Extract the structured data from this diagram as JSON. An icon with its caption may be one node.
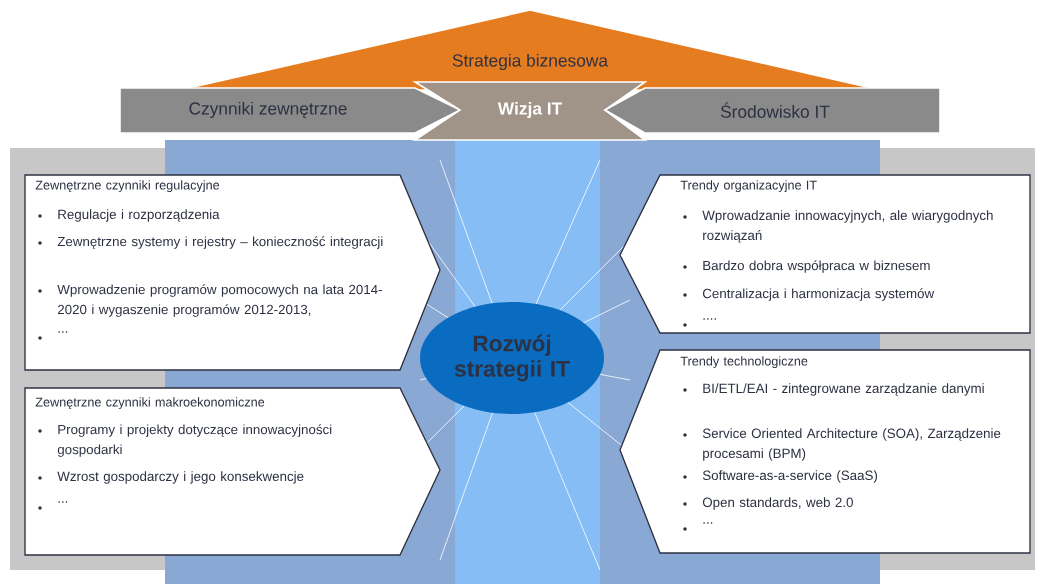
{
  "diagram": {
    "nodes": [
      {
        "text": [
          "Strategia biznesowa"
        ]
      },
      {
        "text": [
          "Czynniki zewnętrzne"
        ]
      },
      {
        "text": [
          "Wizja IT"
        ]
      },
      {
        "text": [
          "Środowisko IT"
        ]
      },
      {
        "text": [
          "Zewnętrzne czynniki regulacyjne",
          "Regulacje i rozporządzenia",
          "Zewnętrzne systemy i rejestry – konieczność integracji",
          "Wprowadzenie programów pomocowych na lata 2014-2020 i wygaszenie programów 2012-2013,",
          "..."
        ]
      },
      {
        "text": [
          "Zewnętrzne czynniki makroekonomiczne",
          "Programy i projekty dotyczące innowacyjności gospodarki",
          "Wzrost gospodarczy i jego konsekwencje",
          "..."
        ]
      },
      {
        "text": [
          "Trendy organizacyjne IT",
          "Wprowadzanie innowacyjnych, ale wiarygodnych rozwiązań",
          "Bardzo dobra współpraca w biznesem",
          "Centralizacja i harmonizacja systemów",
          "...."
        ]
      },
      {
        "text": [
          "Trendy technologiczne",
          "BI/ETL/EAI - zintegrowane zarządzanie danymi",
          "Service Oriented Architecture (SOA), Zarządzenie procesami (BPM)",
          "Software-as-a-service (SaaS)",
          "Open standards, web 2.0",
          "..."
        ]
      },
      {
        "text": [
          "Rozwój strategii IT"
        ]
      }
    ]
  }
}
